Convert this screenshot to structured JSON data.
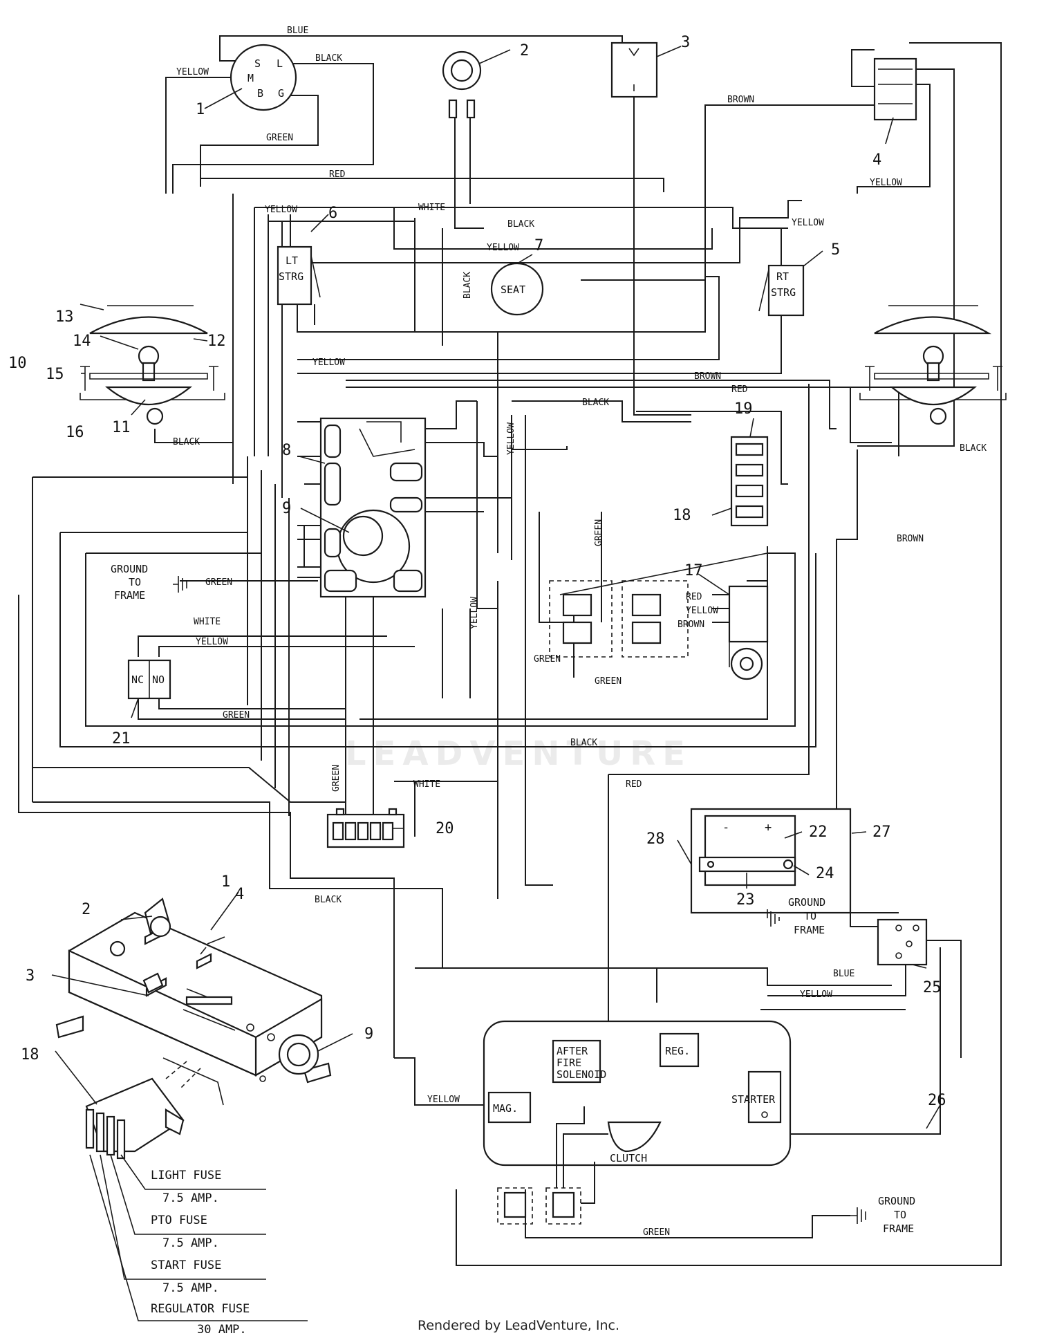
{
  "wire_labels": {
    "blue_top": "BLUE",
    "black_top": "BLACK",
    "yellow_sw": "YELLOW",
    "green_sw": "GREEN",
    "red_top": "RED",
    "brown_top": "BROWN",
    "yellow_rs_top": "YELLOW",
    "yellow_lt": "YELLOW",
    "white_top": "WHITE",
    "black_mid": "BLACK",
    "yellow_seat": "YELLOW",
    "black_vert": "BLACK",
    "yellow_rt": "YELLOW",
    "yellow_bus": "YELLOW",
    "brown_mid": "BROWN",
    "red_fuse": "RED",
    "black_fuse": "BLACK",
    "black_lamp_l": "BLACK",
    "black_lamp_r": "BLACK",
    "yellow_vert": "YELLOW",
    "brown_right": "BROWN",
    "green_vert": "GREEN",
    "green_frame": "GREEN",
    "red_pto": "RED",
    "yellow_pto": "YELLOW",
    "brown_pto": "BROWN",
    "white_nc": "WHITE",
    "yellow_no": "YELLOW",
    "yellow_vert2": "YELLOW",
    "green_pto2": "GREEN",
    "green_low": "GREEN",
    "green_21": "GREEN",
    "black_low": "BLACK",
    "green_batt": "GREEN",
    "white_batt": "WHITE",
    "red_low": "RED",
    "black_eng": "BLACK",
    "blue_eng": "BLUE",
    "yellow_eng": "YELLOW",
    "yellow_mag": "YELLOW",
    "green_clutch": "GREEN"
  },
  "components": {
    "lt_strg": [
      "LT",
      "STRG"
    ],
    "rt_strg": [
      "RT",
      "STRG"
    ],
    "seat": "SEAT",
    "nc": "NC",
    "no": "NO",
    "after_fire": [
      "AFTER",
      "FIRE",
      "SOLENOID"
    ],
    "reg": "REG.",
    "mag": "MAG.",
    "starter": "STARTER",
    "clutch": "CLUTCH",
    "ignition_terminals": [
      "S",
      "L",
      "M",
      "B",
      "G"
    ]
  },
  "ground_labels": {
    "g1": [
      "GROUND",
      "TO",
      "FRAME"
    ],
    "g2": [
      "GROUND",
      "TO",
      "FRAME"
    ],
    "g3": [
      "GROUND",
      "TO",
      "FRAME"
    ]
  },
  "callouts": {
    "n1": "1",
    "n2": "2",
    "n3": "3",
    "n4": "4",
    "n5": "5",
    "n6": "6",
    "n7": "7",
    "n8": "8",
    "n9": "9",
    "n10": "10",
    "n11": "11",
    "n12": "12",
    "n13": "13",
    "n14": "14",
    "n15": "15",
    "n16": "16",
    "n17": "17",
    "n18": "18",
    "n19": "19",
    "n20": "20",
    "n21": "21",
    "n22": "22",
    "n23": "23",
    "n24": "24",
    "n25": "25",
    "n26": "26",
    "n27": "27",
    "n28": "28",
    "d1": "1",
    "d2": "2",
    "d3": "3",
    "d4": "4",
    "d9": "9",
    "d18": "18"
  },
  "battery_signs": {
    "minus": "-",
    "plus": "+"
  },
  "fuses": [
    {
      "name": "LIGHT FUSE",
      "rating": "7.5 AMP."
    },
    {
      "name": "PTO FUSE",
      "rating": "7.5 AMP."
    },
    {
      "name": "START FUSE",
      "rating": "7.5 AMP."
    },
    {
      "name": "REGULATOR FUSE",
      "rating": "30 AMP."
    }
  ],
  "credit": "Rendered by LeadVenture, Inc.",
  "watermark": "LEADVENTURE"
}
